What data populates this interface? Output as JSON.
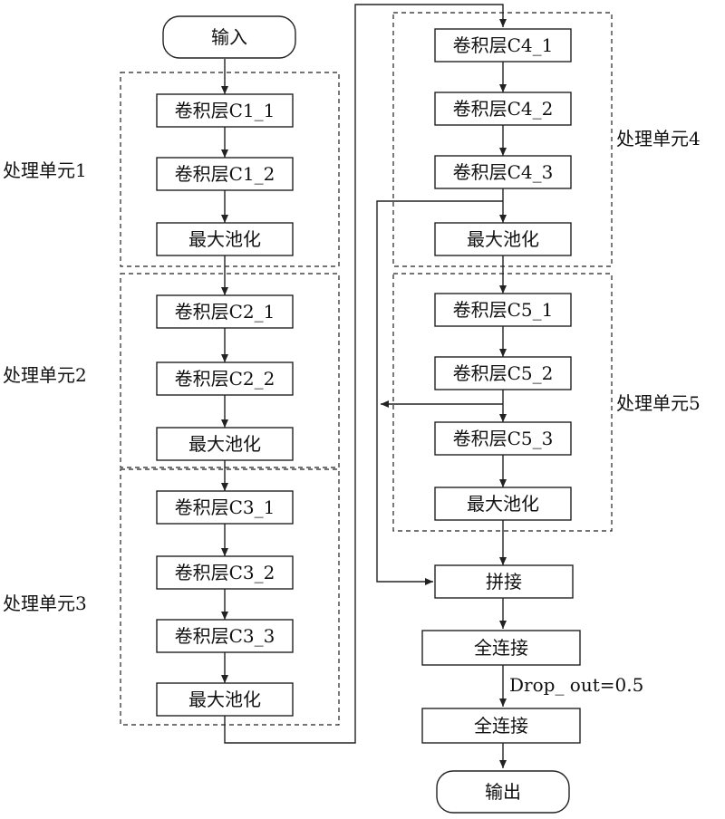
{
  "diagram": {
    "input": "输入",
    "output": "输出",
    "concat": "拼接",
    "fc1": "全连接",
    "fc2": "全连接",
    "dropout": "Drop_ out=0.5",
    "units": [
      {
        "label": "处理单元1",
        "layers": [
          "卷积层C1_1",
          "卷积层C1_2",
          "最大池化"
        ]
      },
      {
        "label": "处理单元2",
        "layers": [
          "卷积层C2_1",
          "卷积层C2_2",
          "最大池化"
        ]
      },
      {
        "label": "处理单元3",
        "layers": [
          "卷积层C3_1",
          "卷积层C3_2",
          "卷积层C3_3",
          "最大池化"
        ]
      },
      {
        "label": "处理单元4",
        "layers": [
          "卷积层C4_1",
          "卷积层C4_2",
          "卷积层C4_3",
          "最大池化"
        ]
      },
      {
        "label": "处理单元5",
        "layers": [
          "卷积层C5_1",
          "卷积层C5_2",
          "卷积层C5_3",
          "最大池化"
        ]
      }
    ]
  }
}
